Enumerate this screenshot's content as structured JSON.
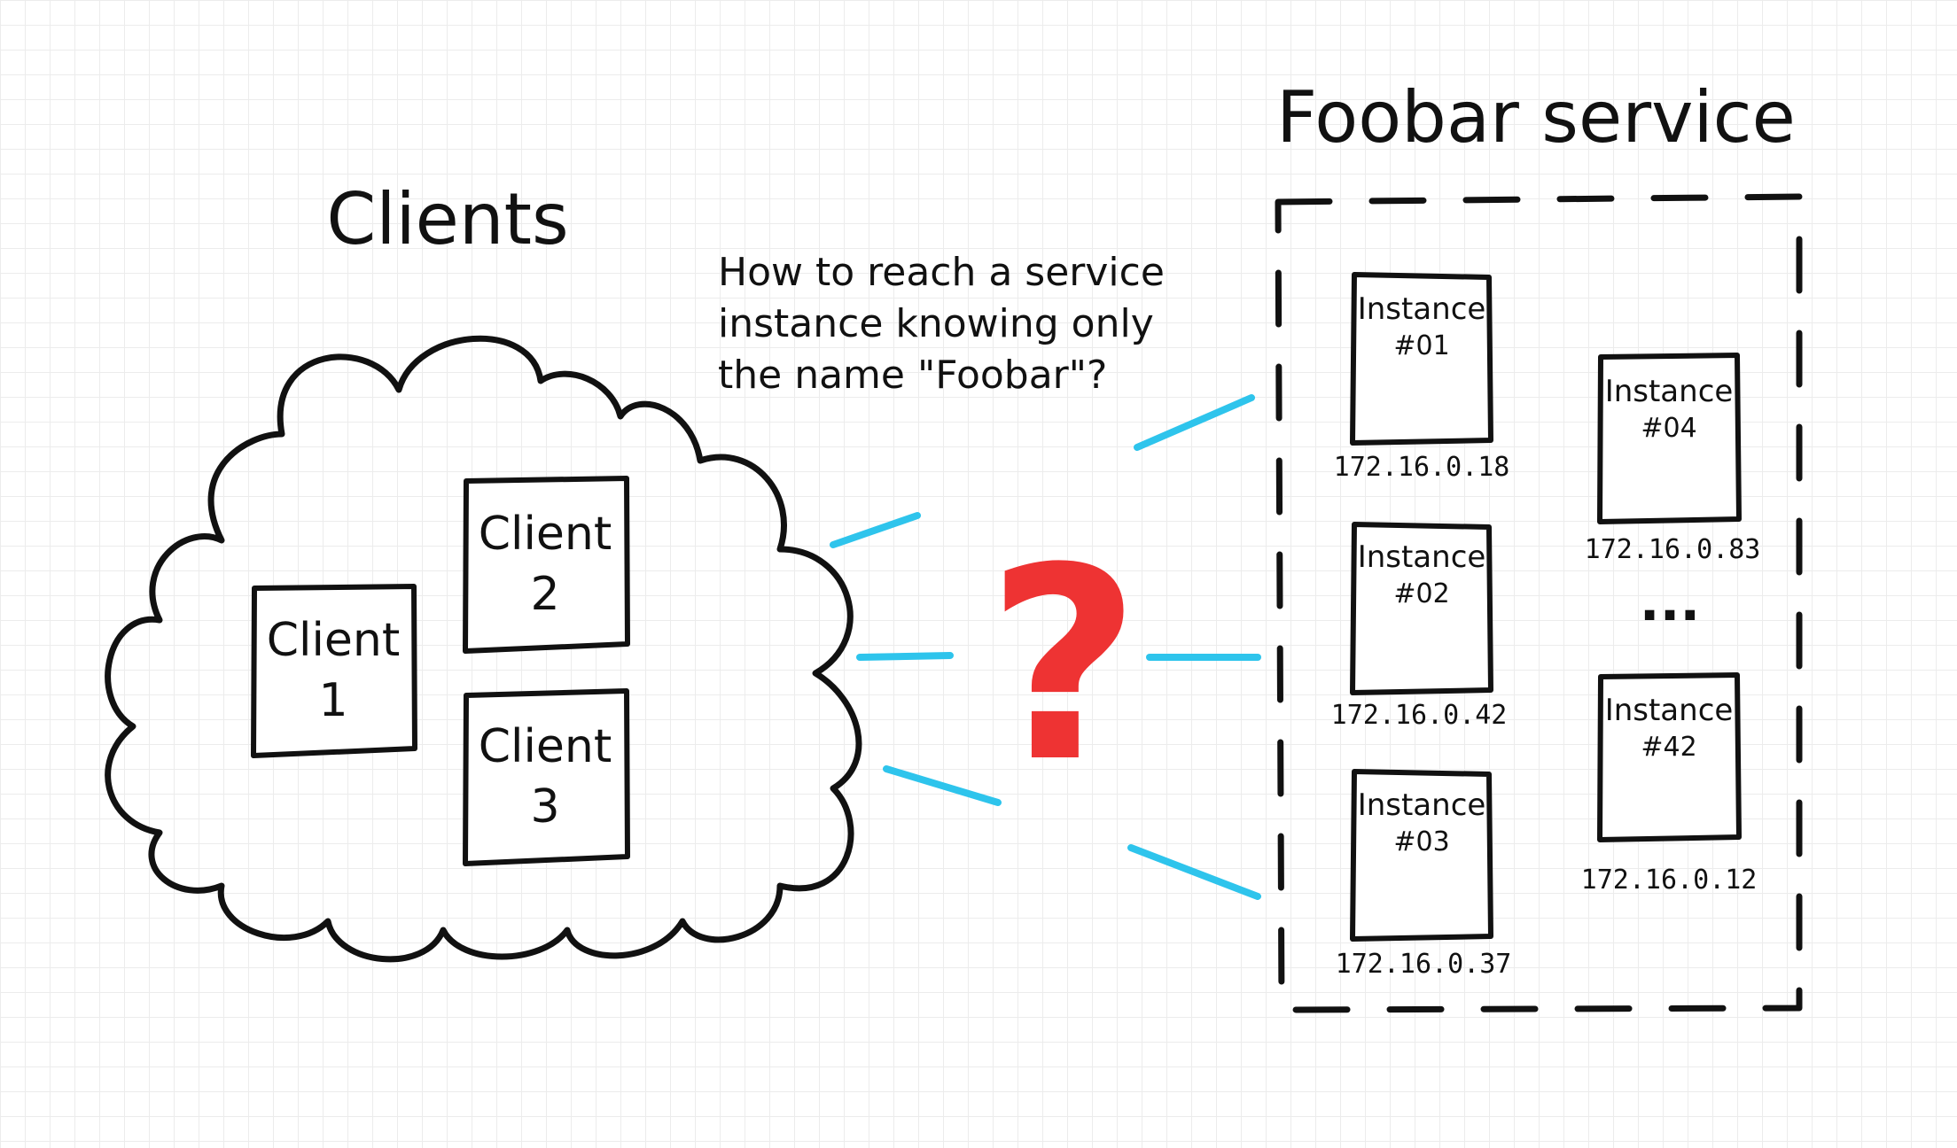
{
  "colors": {
    "ink": "#111111",
    "link": "#2ec4ec",
    "question": "#ee3333",
    "grid": "#ececec"
  },
  "clients": {
    "title": "Clients",
    "items": [
      {
        "line1": "Client",
        "line2": "1"
      },
      {
        "line1": "Client",
        "line2": "2"
      },
      {
        "line1": "Client",
        "line2": "3"
      }
    ]
  },
  "question": {
    "lines": [
      "How to reach a service",
      "instance knowing only",
      "the name \"Foobar\"?"
    ],
    "mark": "?"
  },
  "service": {
    "title": "Foobar service",
    "ellipsis": "...",
    "instances": [
      {
        "line1": "Instance",
        "line2": "#01",
        "ip": "172.16.0.18"
      },
      {
        "line1": "Instance",
        "line2": "#02",
        "ip": "172.16.0.42"
      },
      {
        "line1": "Instance",
        "line2": "#03",
        "ip": "172.16.0.37"
      },
      {
        "line1": "Instance",
        "line2": "#04",
        "ip": "172.16.0.83"
      },
      {
        "line1": "Instance",
        "line2": "#42",
        "ip": "172.16.0.12"
      }
    ]
  }
}
